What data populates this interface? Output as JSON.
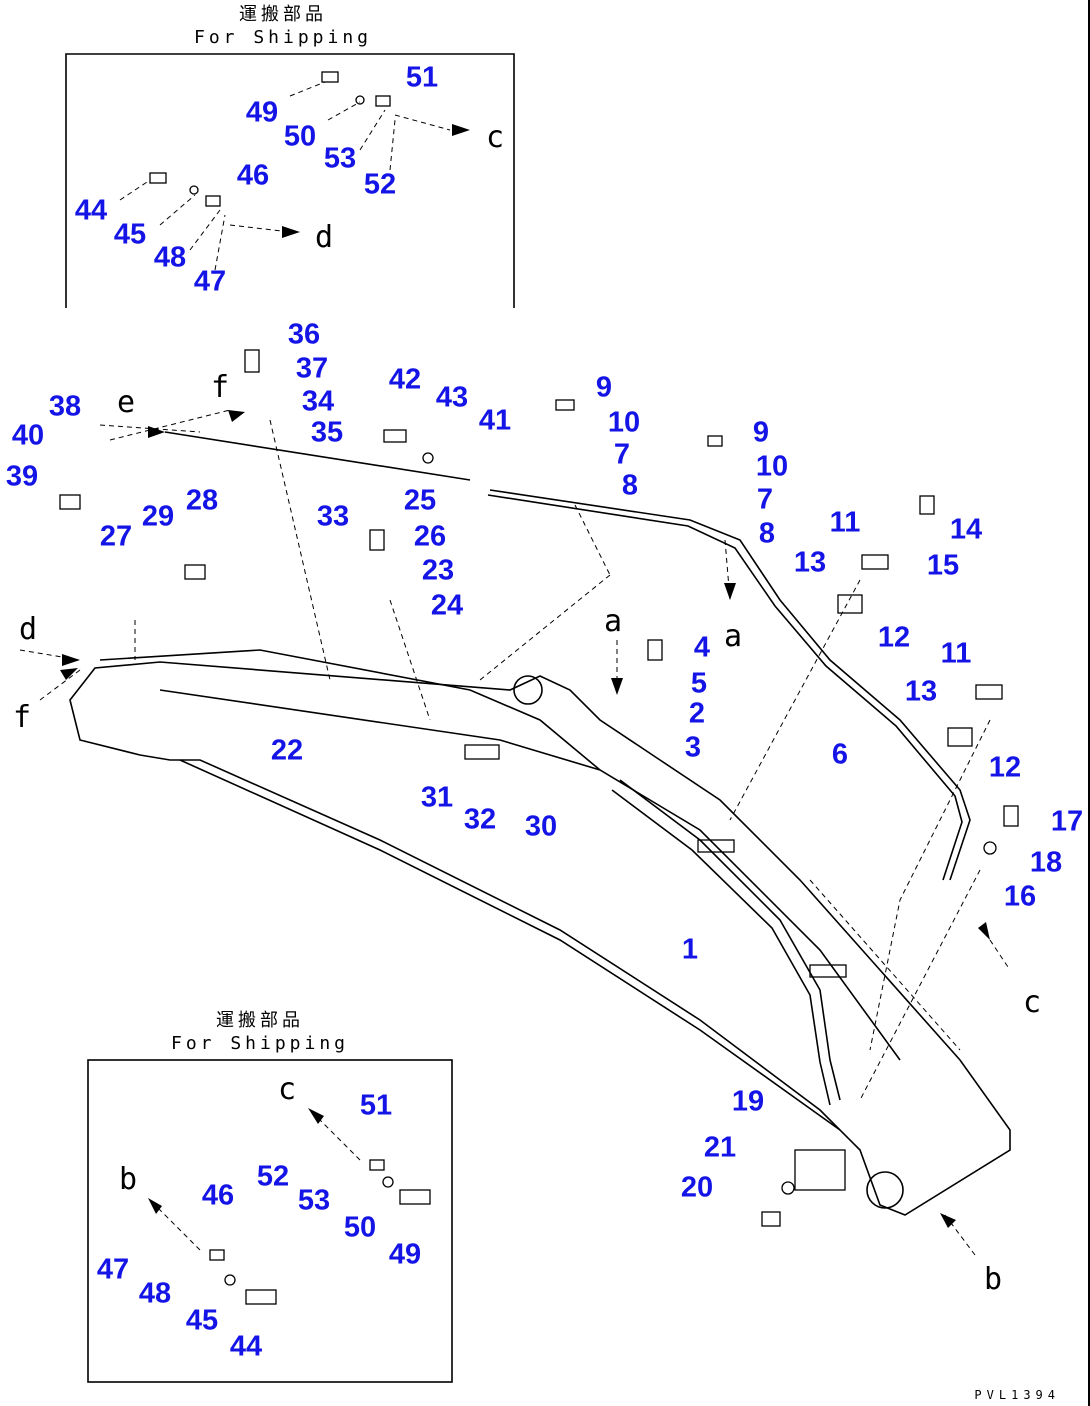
{
  "shipping_top": {
    "jp": "運搬部品",
    "en": "For Shipping"
  },
  "shipping_bottom": {
    "jp": "運搬部品",
    "en": "For Shipping"
  },
  "drawing_code": "PVL1394",
  "callout_color": "#1414e6",
  "callouts": [
    "51",
    "49",
    "50",
    "53",
    "52",
    "46",
    "44",
    "45",
    "48",
    "47",
    "36",
    "37",
    "34",
    "35",
    "38",
    "40",
    "39",
    "42",
    "43",
    "41",
    "33",
    "25",
    "26",
    "23",
    "24",
    "9",
    "10",
    "7",
    "8",
    "9",
    "10",
    "7",
    "8",
    "11",
    "14",
    "13",
    "15",
    "12",
    "11",
    "13",
    "12",
    "6",
    "17",
    "18",
    "16",
    "4",
    "5",
    "2",
    "3",
    "28",
    "29",
    "27",
    "22",
    "31",
    "32",
    "30",
    "1",
    "19",
    "21",
    "20",
    "51",
    "52",
    "53",
    "50",
    "49",
    "46",
    "47",
    "48",
    "45",
    "44"
  ],
  "reference_letters": [
    "e",
    "f",
    "a",
    "a",
    "d",
    "f",
    "c",
    "b",
    "c",
    "d",
    "c",
    "b"
  ]
}
